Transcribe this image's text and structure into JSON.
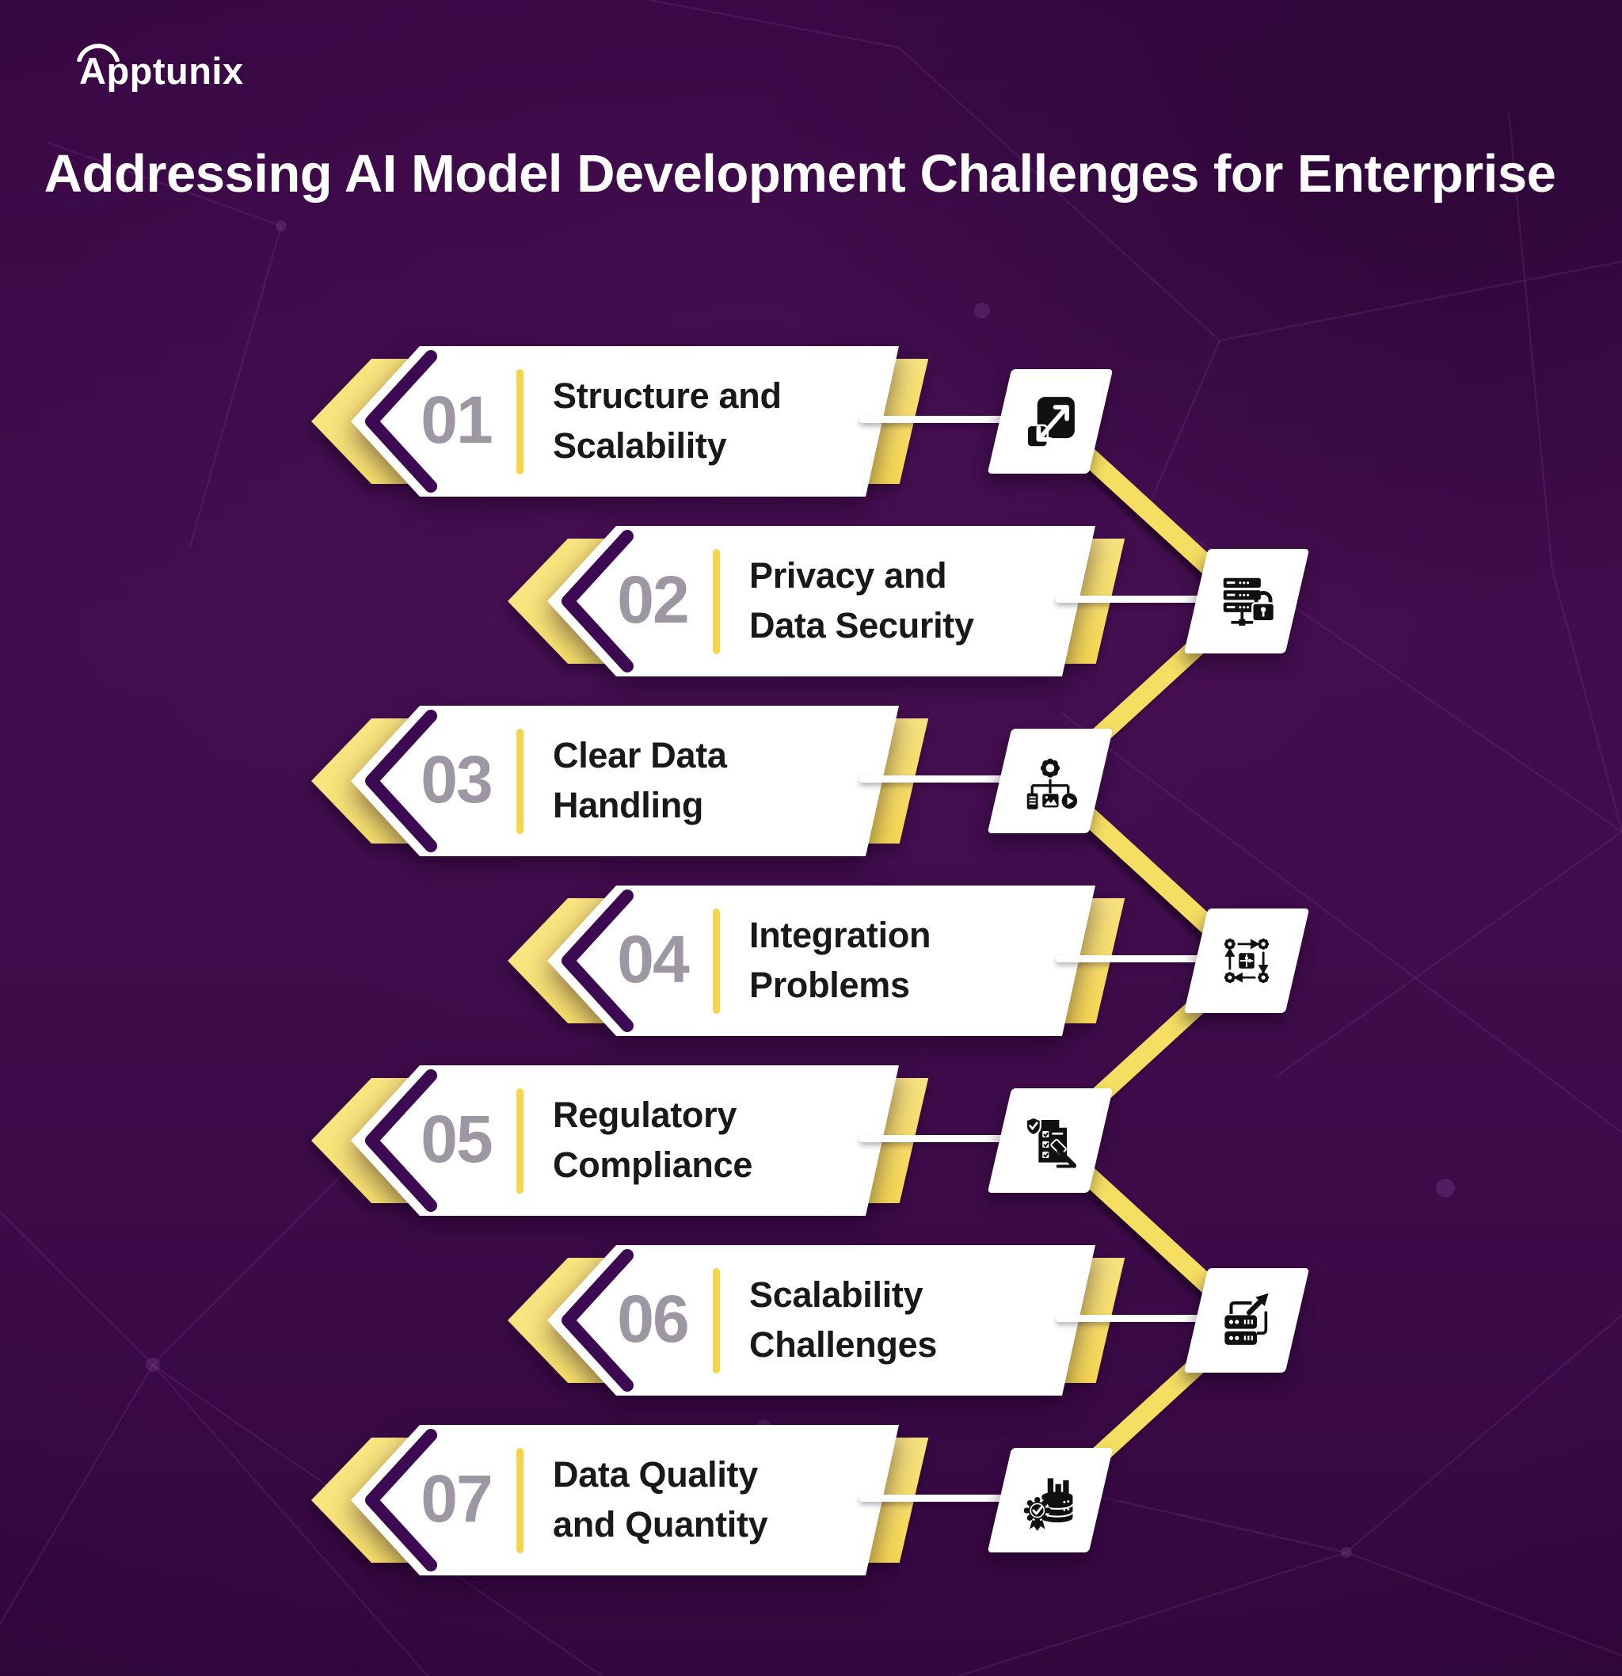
{
  "brand": {
    "logo_text": "Apptunix"
  },
  "title": {
    "line1": "Addressing AI Model Development",
    "line2": "Challenges for Enterprise"
  },
  "items": [
    {
      "number": "01",
      "label_line1": "Structure and",
      "label_line2": "Scalability",
      "icon": "expand-arrows-icon"
    },
    {
      "number": "02",
      "label_line1": "Privacy and",
      "label_line2": "Data Security",
      "icon": "server-lock-icon"
    },
    {
      "number": "03",
      "label_line1": "Clear Data",
      "label_line2": "Handling",
      "icon": "gear-data-processing-icon"
    },
    {
      "number": "04",
      "label_line1": "Integration",
      "label_line2": "Problems",
      "icon": "gears-puzzle-cycle-icon"
    },
    {
      "number": "05",
      "label_line1": "Regulatory",
      "label_line2": "Compliance",
      "icon": "checklist-gavel-icon"
    },
    {
      "number": "06",
      "label_line1": "Scalability",
      "label_line2": "Challenges",
      "icon": "server-growth-icon"
    },
    {
      "number": "07",
      "label_line1": "Data Quality",
      "label_line2": "and Quantity",
      "icon": "database-quality-badge-icon"
    }
  ],
  "colors": {
    "background_purple": "#3e0b49",
    "band_yellow": "#f6de62",
    "back_chevron_yellow": "#f8e070",
    "divider_yellow": "#f7d54a",
    "chevron_purple": "#3b0a52",
    "number_gray": "#9c97a2",
    "label_dark": "#191919",
    "card_white": "#ffffff"
  }
}
